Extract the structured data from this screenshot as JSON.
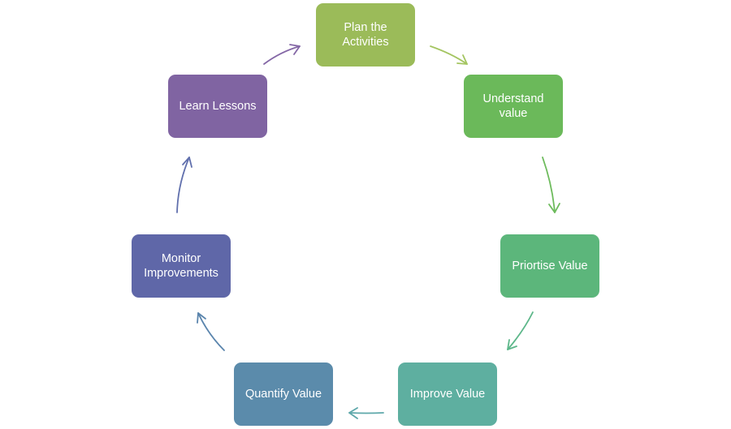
{
  "nodes": [
    {
      "id": "plan",
      "label": "Plan the Activities",
      "color": "#9bbb59"
    },
    {
      "id": "understand",
      "label": "Understand value",
      "color": "#6bb95a"
    },
    {
      "id": "prioritise",
      "label": "Priortise Value",
      "color": "#5cb67b"
    },
    {
      "id": "improve",
      "label": "Improve Value",
      "color": "#5eafa0"
    },
    {
      "id": "quantify",
      "label": "Quantify Value",
      "color": "#5b8bab"
    },
    {
      "id": "monitor",
      "label": "Monitor Improvements",
      "color": "#5f67a8"
    },
    {
      "id": "learn",
      "label": "Learn Lessons",
      "color": "#8064a2"
    }
  ],
  "arrow_colors": [
    "#a4c561",
    "#6dbb5c",
    "#5db78a",
    "#5ea8aa",
    "#5b85ad",
    "#6170ad",
    "#8467a6"
  ]
}
